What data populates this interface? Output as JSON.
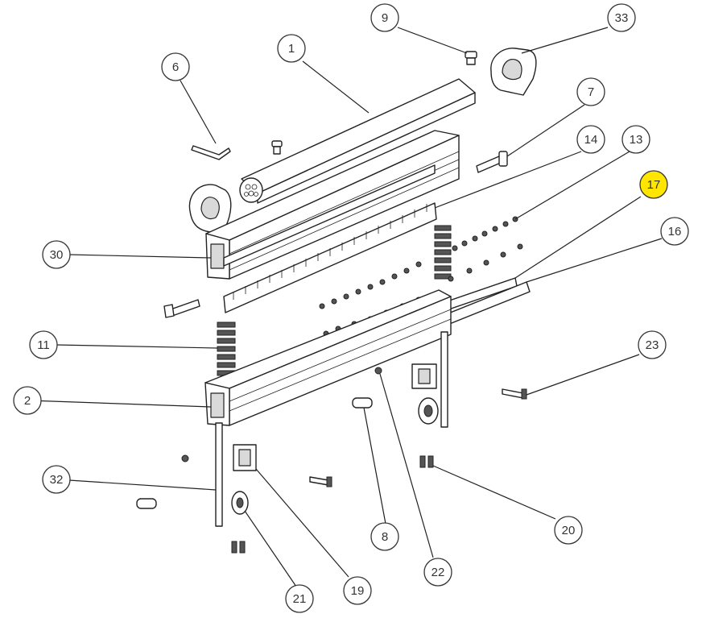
{
  "diagram": {
    "highlight_color": "#ffe600",
    "callout_color": "#333333",
    "callouts": [
      {
        "label": "1",
        "highlighted": false
      },
      {
        "label": "2",
        "highlighted": false
      },
      {
        "label": "6",
        "highlighted": false
      },
      {
        "label": "7",
        "highlighted": false
      },
      {
        "label": "8",
        "highlighted": false
      },
      {
        "label": "9",
        "highlighted": false
      },
      {
        "label": "11",
        "highlighted": false
      },
      {
        "label": "13",
        "highlighted": false
      },
      {
        "label": "14",
        "highlighted": false
      },
      {
        "label": "16",
        "highlighted": false
      },
      {
        "label": "17",
        "highlighted": true
      },
      {
        "label": "19",
        "highlighted": false
      },
      {
        "label": "20",
        "highlighted": false
      },
      {
        "label": "21",
        "highlighted": false
      },
      {
        "label": "22",
        "highlighted": false
      },
      {
        "label": "23",
        "highlighted": false
      },
      {
        "label": "30",
        "highlighted": false
      },
      {
        "label": "32",
        "highlighted": false
      },
      {
        "label": "33",
        "highlighted": false
      }
    ]
  }
}
